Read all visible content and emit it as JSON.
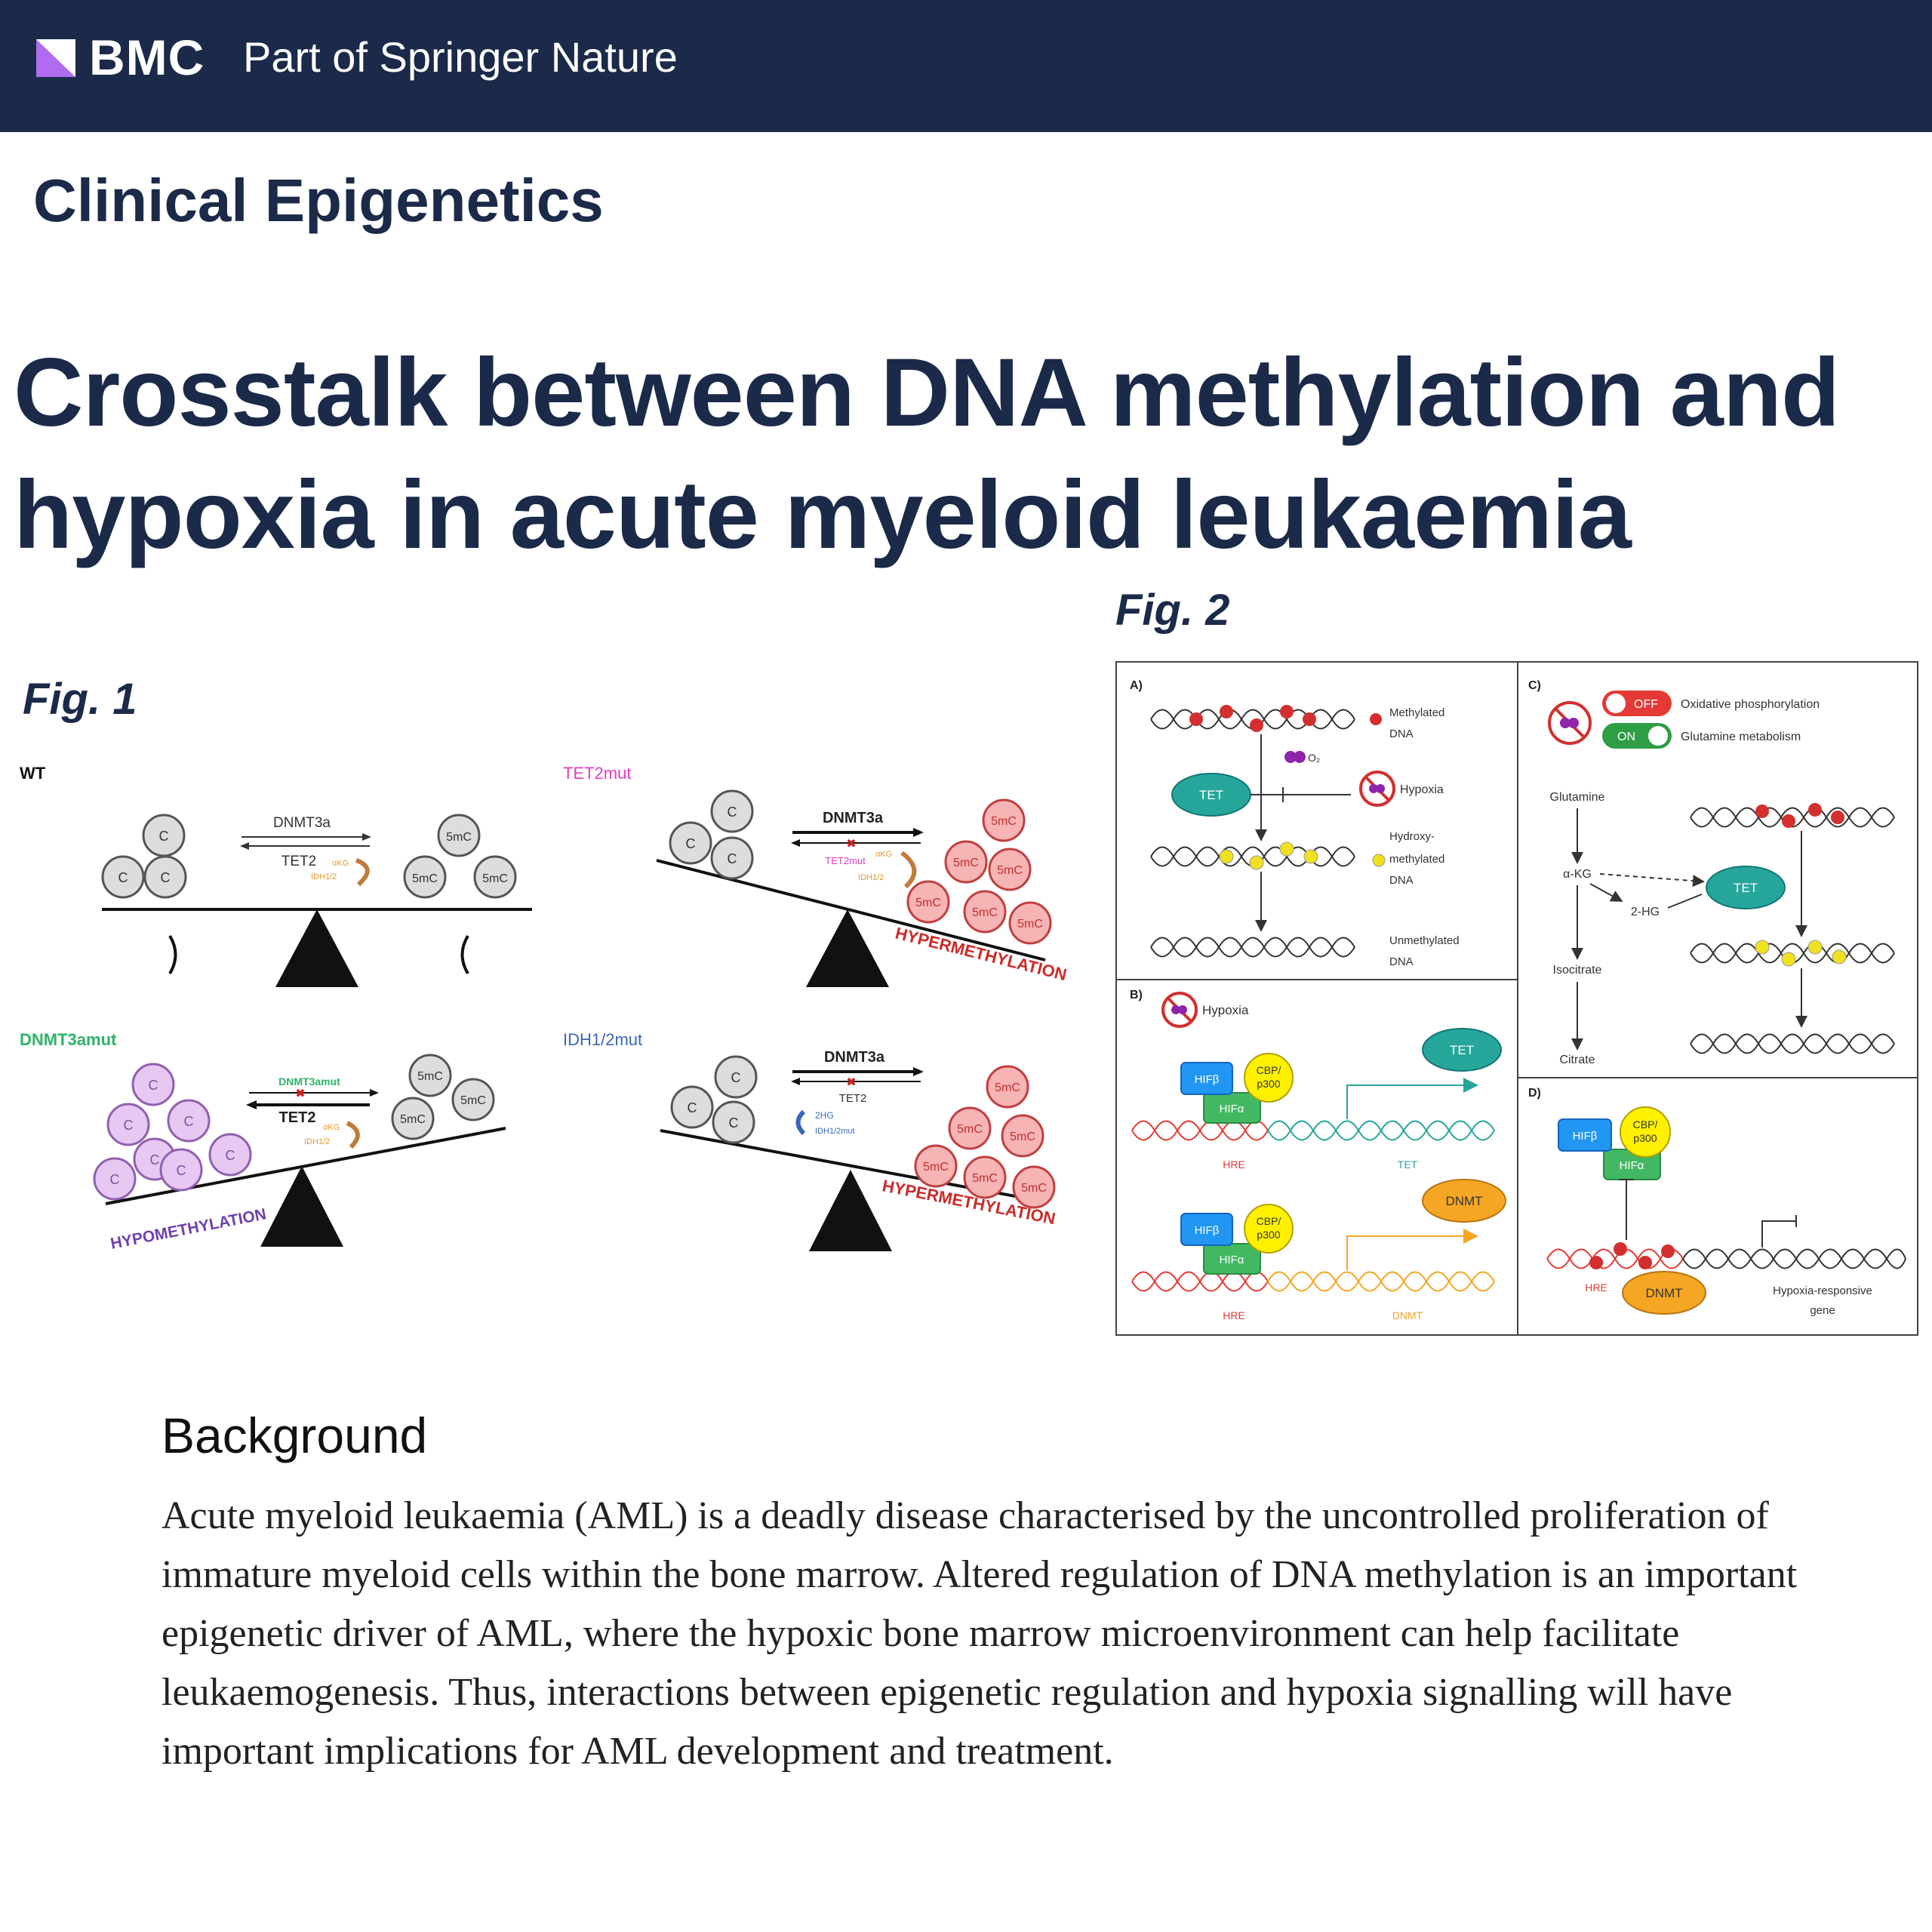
{
  "header": {
    "logo": "BMC",
    "tagline": "Part of Springer Nature"
  },
  "journal": "Clinical Epigenetics",
  "article": {
    "title": "Crosstalk between DNA methylation and hypoxia in acute myeloid leukaemia"
  },
  "figure1": {
    "label": "Fig. 1",
    "panels": {
      "wt": "WT",
      "tet2": "TET2mut",
      "dnmt3a": "DNMT3amut",
      "idh": "IDH1/2mut"
    },
    "cell_c": "C",
    "cell_5mc": "5mC",
    "dnmt3a": "DNMT3a",
    "dnmt3a_mut": "DNMT3amut",
    "tet2": "TET2",
    "tet2_mut": "TET2mut",
    "akg": "αKG",
    "idh12": "IDH1/2",
    "idh12_mut": "IDH1/2mut",
    "hg2": "2HG",
    "hypermethylation": "HYPERMETHYLATION",
    "hypomethylation": "HYPOMETHYLATION"
  },
  "figure2": {
    "label": "Fig. 2",
    "panel_a": "A)",
    "panel_b": "B)",
    "panel_c": "C)",
    "panel_d": "D)",
    "o2": "O₂",
    "tet": "TET",
    "dnmt": "DNMT",
    "hypoxia": "Hypoxia",
    "methylated_dna": [
      "Methylated",
      "DNA"
    ],
    "hydroxy_dna": [
      "Hydroxy-",
      "methylated",
      "DNA"
    ],
    "unmethylated_dna": [
      "Unmethylated",
      "DNA"
    ],
    "hif_beta": "HIFβ",
    "hif_alpha": "HIFα",
    "cbp": [
      "CBP/",
      "p300"
    ],
    "hre": "HRE",
    "off": "OFF",
    "on": "ON",
    "oxphos": "Oxidative phosphorylation",
    "glutamine_metabolism": "Glutamine metabolism",
    "glutamine": "Glutamine",
    "akg": "α-KG",
    "hg2": "2-HG",
    "isocitrate": "Isocitrate",
    "citrate": "Citrate",
    "hypoxia_gene": [
      "Hypoxia-responsive",
      "gene"
    ]
  },
  "background": {
    "heading": "Background",
    "text": "Acute myeloid leukaemia (AML) is a deadly disease characterised by the uncontrolled proliferation of immature myeloid cells within the bone marrow. Altered regulation of DNA methylation is an important epigenetic driver of AML, where the hypoxic bone marrow microenvironment can help facilitate leukaemogenesis. Thus, interactions between epigenetic regulation and hypoxia signalling will have important implications for AML development and treatment."
  },
  "colors": {
    "navy": "#1b2a49",
    "methyl_red": "#d32f2f",
    "hydroxy_yellow": "#f0e020",
    "tet_teal": "#26a69a",
    "dnmt_orange": "#f5a623",
    "hif_blue": "#2196f3",
    "hif_green": "#43b862",
    "cbp_yellow": "#fff000"
  }
}
